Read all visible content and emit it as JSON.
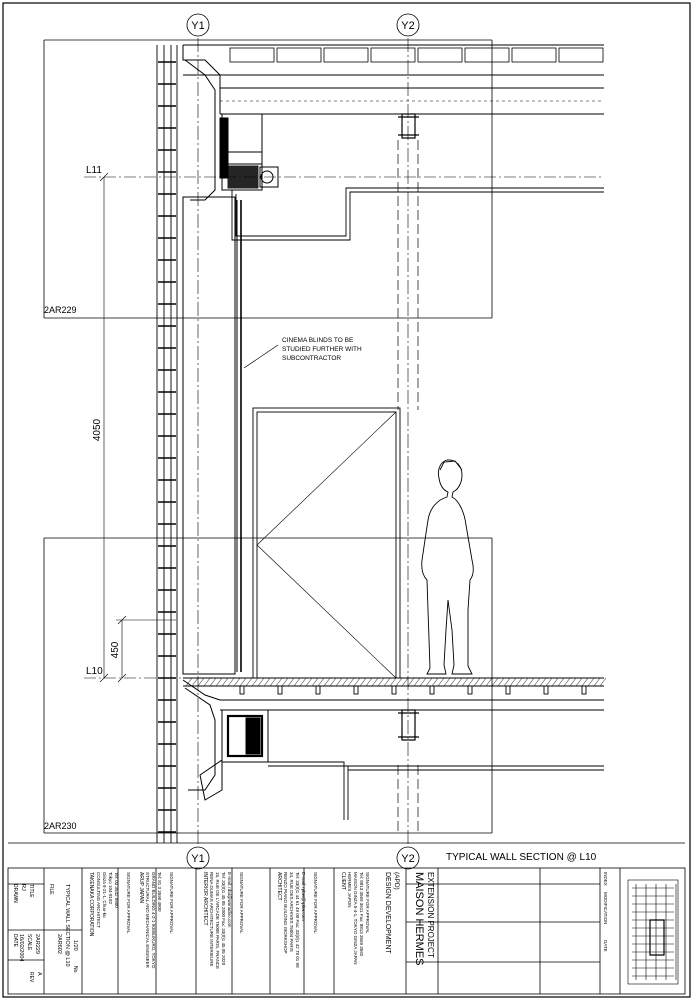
{
  "grid": {
    "y1_top": "Y1",
    "y2_top": "Y2",
    "y1_bottom": "Y1",
    "y2_bottom": "Y2"
  },
  "levels": {
    "l11": "L11",
    "l10": "L10",
    "ref_upper": "2AR229",
    "ref_lower": "2AR230"
  },
  "dimensions": {
    "height": "4050",
    "sill": "450"
  },
  "annotations": {
    "blinds_line1": "CINEMA BLINDS TO BE",
    "blinds_line2": "STUDIED FURTHER WITH",
    "blinds_line3": "SUBCONTRACTOR"
  },
  "drawing_title": "TYPICAL WALL SECTION @ L10",
  "title_block": {
    "project_line1": "MAISON HERMES",
    "project_line2": "EXTENSION PROJECT",
    "stage_line1": "DESIGN DEVELOPMENT",
    "stage_line2": "(APD)",
    "client_label": "CLIENT",
    "client_lines": [
      "HERMES JAPON",
      "MAISON GINZA 5-4-1, TOKYO GINZA JAPAN",
      "Tel: 8813 3569 3611   Fax: 8813 3569 3592",
      "SIGNATURE FOR APPROVAL"
    ],
    "architect_label": "ARCHITECT",
    "architect_lines": [
      "RENZO PIANO BUILDING WORKSHOP",
      "34, RUE DES ARCHIVES 75004 PARIS",
      "Tel: 33(0)1 44 61 49 00  Fax: 33(0)1 42 78 01 98",
      "E-mail: rpbw@rpbw.com",
      "SIGNATURE FOR APPROVAL"
    ],
    "interior_label": "INTERIOR ARCHITECT",
    "interior_lines": [
      "RENA DUMAS ARCHITECTURE INTERIEURE",
      "15, RUE DE L'ARCADE 75008 PARIS, FRANCE",
      "Tel: 33(0)1 45 05 2000  Fax: 33(0)1 45 05 2020",
      "E-mail: rdai@wanadoo.com",
      "SIGNATURE FOR APPROVAL"
    ],
    "engineer_label": "ARUP JAPAN",
    "engineer_lines": [
      "STRUCTURAL AND MECHANICAL ENGINEER",
      "GRAND BUILDING 4-2-1 IKEBUKURO, TOKYO",
      "Tel: 81 3 3590 4800",
      "SIGNATURE FOR APPROVAL"
    ],
    "contractor_label": "TAKENAKA CORPORATION",
    "contractor_lines": [
      "CONSULTING ARCHITECT",
      "Ginza 8-21-1, Chuo-ku",
      "Tokyo 104-8182",
      "Tel: 03 3542 0900",
      "SIGNATURE FOR APPROVAL"
    ],
    "drawn_label": "DRAWN",
    "drawn_value": "RJ",
    "file_label": "FILE",
    "file_value": "2AR602",
    "title_label": "TITLE",
    "title_value": "TYPICAL WALL SECTION @ L10",
    "date_label": "DATE",
    "date_value": "16/02/2004",
    "scale_label": "SCALE",
    "scale_value": "1/20",
    "no_label": "No.",
    "no_value": "2AR229",
    "rev_label": "REV",
    "rev_value": "A",
    "index_label": "INDEX",
    "modification_label": "MODIFICATION",
    "date2_label": "DATE"
  }
}
